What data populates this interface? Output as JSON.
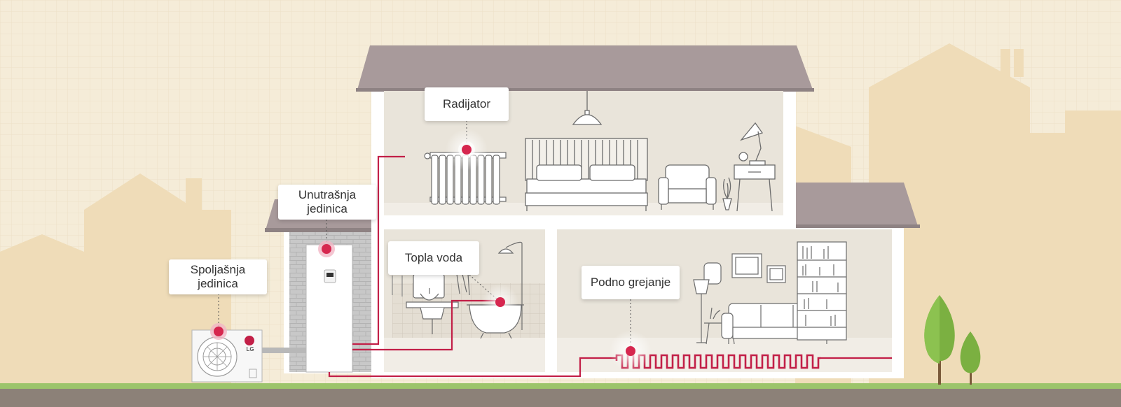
{
  "labels": {
    "radiator": "Radijator",
    "indoor_unit": {
      "line1": "Unutrašnja",
      "line2": "jedinica"
    },
    "outdoor_unit": {
      "line1": "Spoljašnja",
      "line2": "jedinica"
    },
    "hot_water": "Topla voda",
    "floor_heating": "Podno grejanje"
  },
  "brand": {
    "logo_text": "LG"
  },
  "colors": {
    "background": "#f5ecd8",
    "pipe": "#c21f47",
    "marker": "#d6274f",
    "roof": "#a89a9b",
    "ground": "#8c8178",
    "grass": "#9cc46b",
    "tree": "#7bb041"
  }
}
